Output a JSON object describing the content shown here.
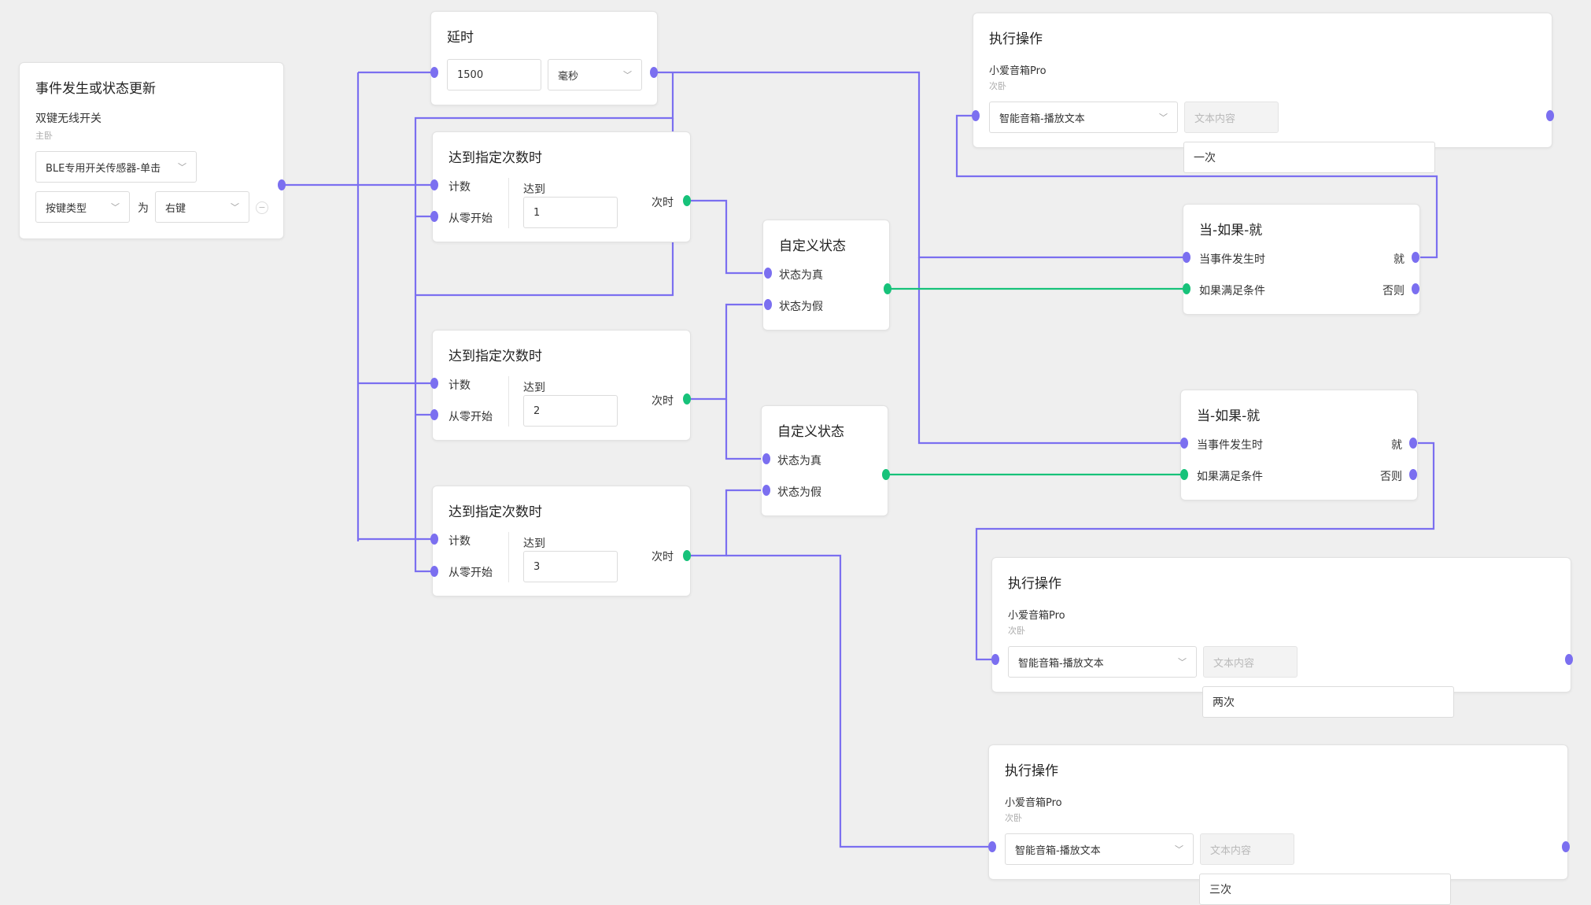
{
  "colors": {
    "wire": "#7b6ff0",
    "port": "#7b6ff0",
    "green": "#17c27a",
    "background": "#efefef"
  },
  "trigger": {
    "title": "事件发生或状态更新",
    "device": "双键无线开关",
    "room": "主卧",
    "event": "BLE专用开关传感器-单击",
    "key_type": "按键类型",
    "is_label": "为",
    "key_value": "右键"
  },
  "delay": {
    "title": "延时",
    "value": "1500",
    "unit": "毫秒"
  },
  "counters": [
    {
      "title": "达到指定次数时",
      "count": "计数",
      "reset": "从零开始",
      "reach": "达到",
      "value": "1",
      "output": "次时"
    },
    {
      "title": "达到指定次数时",
      "count": "计数",
      "reset": "从零开始",
      "reach": "达到",
      "value": "2",
      "output": "次时"
    },
    {
      "title": "达到指定次数时",
      "count": "计数",
      "reset": "从零开始",
      "reach": "达到",
      "value": "3",
      "output": "次时"
    }
  ],
  "states": [
    {
      "title": "自定义状态",
      "true_label": "状态为真",
      "false_label": "状态为假"
    },
    {
      "title": "自定义状态",
      "true_label": "状态为真",
      "false_label": "状态为假"
    }
  ],
  "conditions": [
    {
      "title": "当-如果-就",
      "when": "当事件发生时",
      "if": "如果满足条件",
      "then": "就",
      "else": "否则"
    },
    {
      "title": "当-如果-就",
      "when": "当事件发生时",
      "if": "如果满足条件",
      "then": "就",
      "else": "否则"
    }
  ],
  "actions": [
    {
      "title": "执行操作",
      "device": "小爱音箱Pro",
      "room": "次卧",
      "action": "智能音箱-播放文本",
      "placeholder": "文本内容",
      "text": "一次"
    },
    {
      "title": "执行操作",
      "device": "小爱音箱Pro",
      "room": "次卧",
      "action": "智能音箱-播放文本",
      "placeholder": "文本内容",
      "text": "两次"
    },
    {
      "title": "执行操作",
      "device": "小爱音箱Pro",
      "room": "次卧",
      "action": "智能音箱-播放文本",
      "placeholder": "文本内容",
      "text": "三次"
    }
  ]
}
